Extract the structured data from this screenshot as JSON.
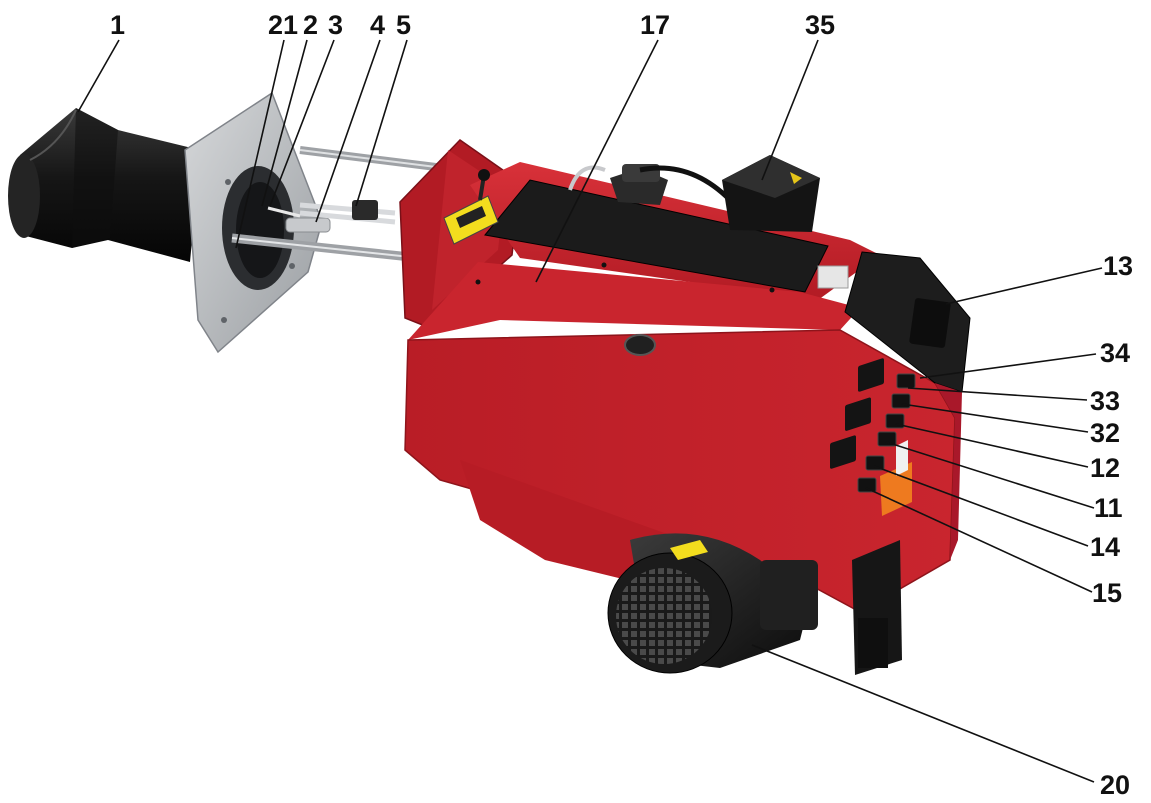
{
  "colors": {
    "body_red": "#c8222c",
    "body_red_dark": "#8e141b",
    "body_red_light": "#e0383f",
    "panel_black": "#1c1c1c",
    "tube_black": "#151515",
    "flange_grey": "#b9bcbf",
    "rod_steel": "#a7aaae",
    "warning_yellow": "#f3dd1e",
    "warning_orange": "#ee7a1f"
  },
  "callouts": [
    {
      "id": "1",
      "label": "1"
    },
    {
      "id": "21",
      "label": "21"
    },
    {
      "id": "2",
      "label": "2"
    },
    {
      "id": "3",
      "label": "3"
    },
    {
      "id": "4",
      "label": "4"
    },
    {
      "id": "5",
      "label": "5"
    },
    {
      "id": "17",
      "label": "17"
    },
    {
      "id": "35",
      "label": "35"
    },
    {
      "id": "13",
      "label": "13"
    },
    {
      "id": "34",
      "label": "34"
    },
    {
      "id": "33",
      "label": "33"
    },
    {
      "id": "32",
      "label": "32"
    },
    {
      "id": "12",
      "label": "12"
    },
    {
      "id": "11",
      "label": "11"
    },
    {
      "id": "14",
      "label": "14"
    },
    {
      "id": "15",
      "label": "15"
    },
    {
      "id": "20",
      "label": "20"
    }
  ]
}
